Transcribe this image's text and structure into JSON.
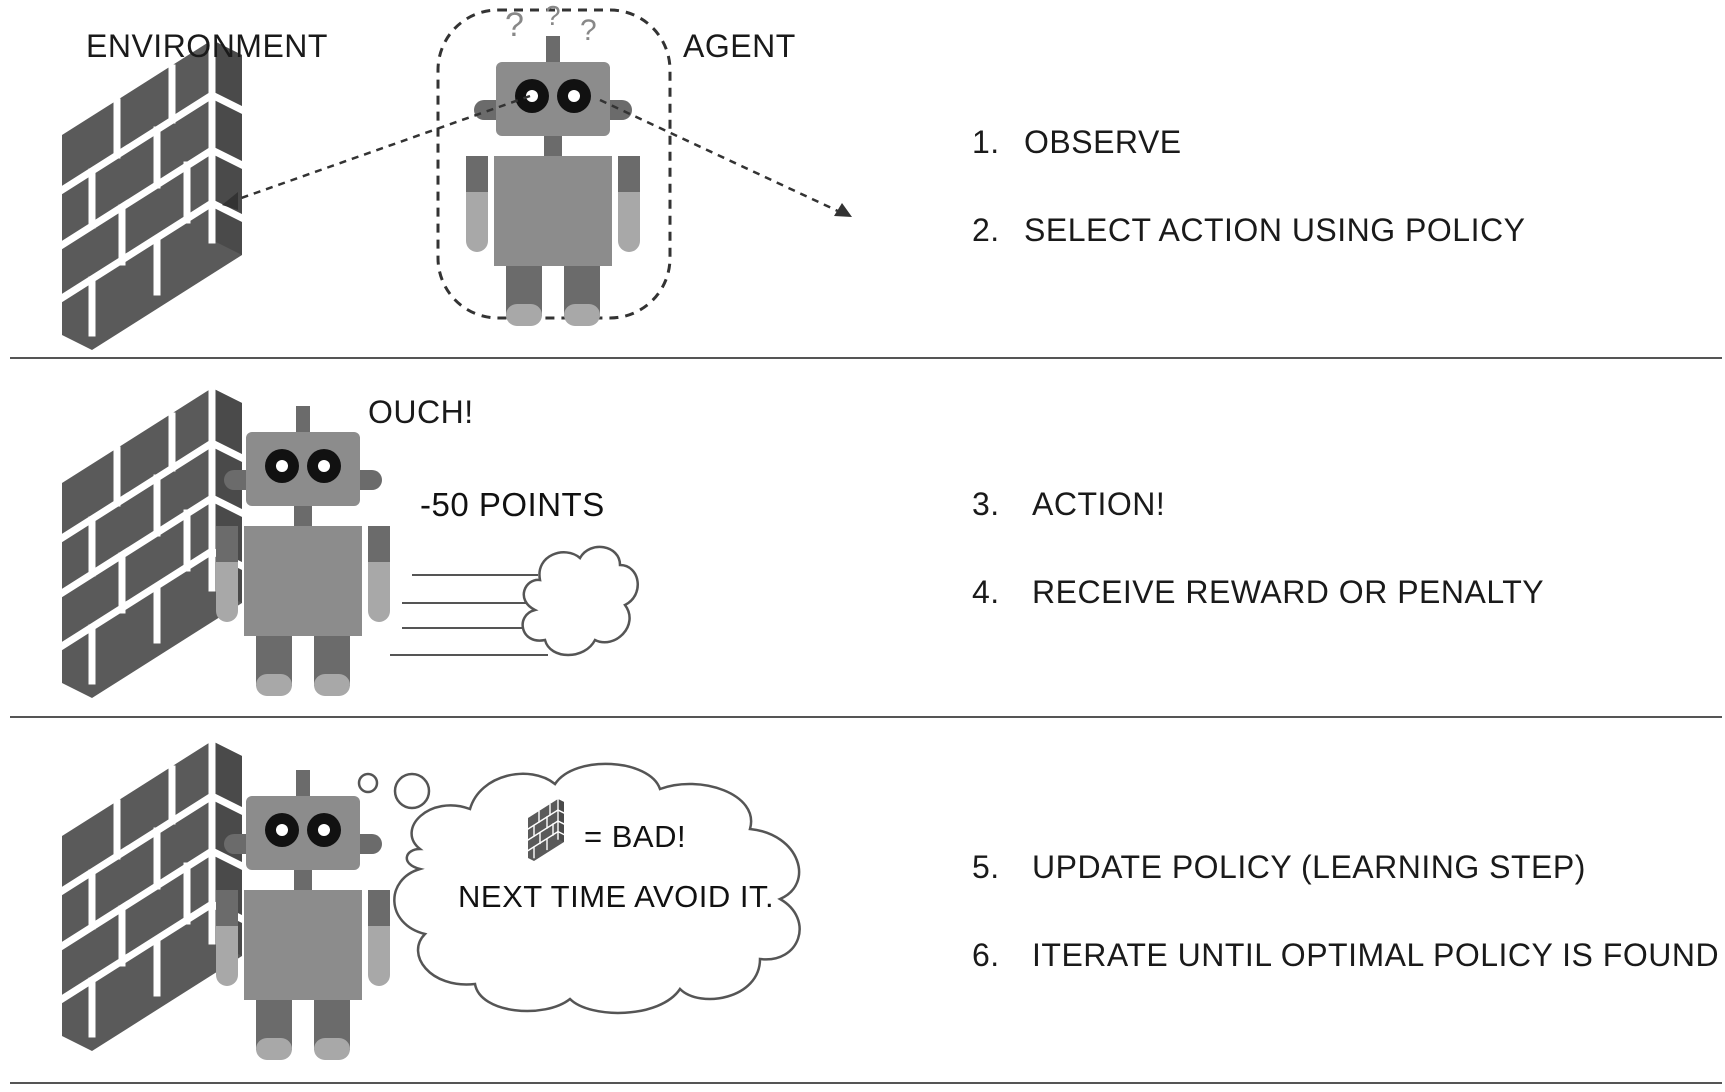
{
  "panel1": {
    "environment_label": "ENVIRONMENT",
    "agent_label": "AGENT",
    "thinking_marks": [
      "?",
      "?",
      "?"
    ],
    "steps": [
      {
        "num": "1.",
        "text": "OBSERVE"
      },
      {
        "num": "2.",
        "text": "SELECT ACTION USING POLICY"
      }
    ]
  },
  "panel2": {
    "exclamation": "OUCH!",
    "penalty": "-50 POINTS",
    "steps": [
      {
        "num": "3.",
        "text": "ACTION!"
      },
      {
        "num": "4.",
        "text": "RECEIVE REWARD OR PENALTY"
      }
    ]
  },
  "panel3": {
    "thought_equals": "= BAD!",
    "thought_line2": "NEXT TIME AVOID IT.",
    "steps": [
      {
        "num": "5.",
        "text": "UPDATE POLICY (LEARNING STEP)"
      },
      {
        "num": "6.",
        "text": "ITERATE UNTIL OPTIMAL POLICY IS FOUND"
      }
    ]
  },
  "colors": {
    "wall_dark": "#5a5a5a",
    "robot_body": "#8c8c8c",
    "robot_dark": "#6b6b6b",
    "robot_light": "#a8a8a8",
    "line": "#333333"
  }
}
